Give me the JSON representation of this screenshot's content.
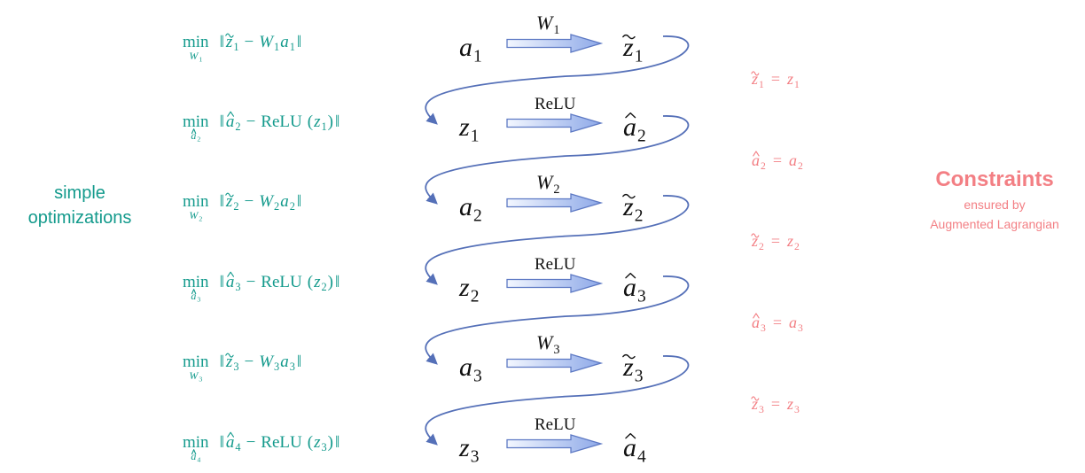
{
  "colors": {
    "teal": "#139a8c",
    "pink": "#f37f84",
    "black": "#111111",
    "arrow_fill_start": "#f3f7ff",
    "arrow_fill_end": "#8ea9e8",
    "arrow_stroke": "#5d79c4",
    "curve": "#5570b8"
  },
  "left_label": {
    "line1": "simple",
    "line2": "optimizations"
  },
  "right_label": {
    "title": "Constraints",
    "line1": "ensured by",
    "line2": "Augmented Lagrangian"
  },
  "objectives": [
    {
      "min_var": "W",
      "min_sub": "1",
      "min_acc": "",
      "target": "z",
      "target_sub": "1",
      "target_acc": "tilde",
      "op": "W",
      "op_sub": "1",
      "arg": "a",
      "arg_sub": "1",
      "kind": "linear"
    },
    {
      "min_var": "a",
      "min_sub": "2",
      "min_acc": "hat",
      "target": "a",
      "target_sub": "2",
      "target_acc": "hat",
      "op": "ReLU",
      "op_sub": "",
      "arg": "z",
      "arg_sub": "1",
      "kind": "relu"
    },
    {
      "min_var": "W",
      "min_sub": "2",
      "min_acc": "",
      "target": "z",
      "target_sub": "2",
      "target_acc": "tilde",
      "op": "W",
      "op_sub": "2",
      "arg": "a",
      "arg_sub": "2",
      "kind": "linear"
    },
    {
      "min_var": "a",
      "min_sub": "3",
      "min_acc": "hat",
      "target": "a",
      "target_sub": "3",
      "target_acc": "hat",
      "op": "ReLU",
      "op_sub": "",
      "arg": "z",
      "arg_sub": "2",
      "kind": "relu"
    },
    {
      "min_var": "W",
      "min_sub": "3",
      "min_acc": "",
      "target": "z",
      "target_sub": "3",
      "target_acc": "tilde",
      "op": "W",
      "op_sub": "3",
      "arg": "a",
      "arg_sub": "3",
      "kind": "linear"
    },
    {
      "min_var": "a",
      "min_sub": "4",
      "min_acc": "hat",
      "target": "a",
      "target_sub": "4",
      "target_acc": "hat",
      "op": "ReLU",
      "op_sub": "",
      "arg": "z",
      "arg_sub": "3",
      "kind": "relu"
    }
  ],
  "chain": [
    {
      "left": "a",
      "left_sub": "1",
      "left_acc": "",
      "label": "W",
      "label_sub": "1",
      "right": "z",
      "right_sub": "1",
      "right_acc": "tilde"
    },
    {
      "left": "z",
      "left_sub": "1",
      "left_acc": "",
      "label": "ReLU",
      "label_sub": "",
      "right": "a",
      "right_sub": "2",
      "right_acc": "hat"
    },
    {
      "left": "a",
      "left_sub": "2",
      "left_acc": "",
      "label": "W",
      "label_sub": "2",
      "right": "z",
      "right_sub": "2",
      "right_acc": "tilde"
    },
    {
      "left": "z",
      "left_sub": "2",
      "left_acc": "",
      "label": "ReLU",
      "label_sub": "",
      "right": "a",
      "right_sub": "3",
      "right_acc": "hat"
    },
    {
      "left": "a",
      "left_sub": "3",
      "left_acc": "",
      "label": "W",
      "label_sub": "3",
      "right": "z",
      "right_sub": "3",
      "right_acc": "tilde"
    },
    {
      "left": "z",
      "left_sub": "3",
      "left_acc": "",
      "label": "ReLU",
      "label_sub": "",
      "right": "a",
      "right_sub": "4",
      "right_acc": "hat"
    }
  ],
  "constraints": [
    {
      "lhs": "z",
      "lhs_sub": "1",
      "lhs_acc": "tilde",
      "rhs": "z",
      "rhs_sub": "1"
    },
    {
      "lhs": "a",
      "lhs_sub": "2",
      "lhs_acc": "hat",
      "rhs": "a",
      "rhs_sub": "2"
    },
    {
      "lhs": "z",
      "lhs_sub": "2",
      "lhs_acc": "tilde",
      "rhs": "z",
      "rhs_sub": "2"
    },
    {
      "lhs": "a",
      "lhs_sub": "3",
      "lhs_acc": "hat",
      "rhs": "a",
      "rhs_sub": "3"
    },
    {
      "lhs": "z",
      "lhs_sub": "3",
      "lhs_acc": "tilde",
      "rhs": "z",
      "rhs_sub": "3"
    }
  ]
}
